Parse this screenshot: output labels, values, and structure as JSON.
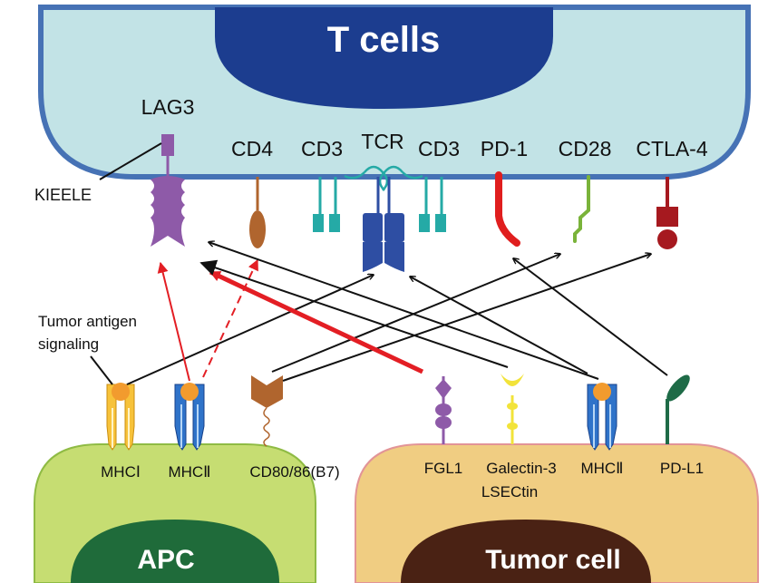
{
  "t_cell": {
    "title": "T cells",
    "receptors": {
      "lag3": "LAG3",
      "kieele": "KIEELE",
      "cd4": "CD4",
      "cd3_left": "CD3",
      "tcr": "TCR",
      "cd3_right": "CD3",
      "pd1": "PD-1",
      "cd28": "CD28",
      "ctla4": "CTLA-4"
    }
  },
  "apc": {
    "title": "APC",
    "signal_label_line1": "Tumor antigen",
    "signal_label_line2": "signaling",
    "ligands": {
      "mhc1": "MHCⅠ",
      "mhc2": "MHCⅡ",
      "cd80": "CD80/86(B7)"
    }
  },
  "tumor": {
    "title": "Tumor cell",
    "ligands": {
      "fgl1": "FGL1",
      "galectin_line1": "Galectin-3",
      "galectin_line2": "LSECtin",
      "mhc2": "MHCⅡ",
      "pdl1": "PD-L1"
    }
  },
  "colors": {
    "t_cell_fill": "#c2e3e6",
    "t_cell_border": "#4672b5",
    "nucleus_dark_blue": "#1c3d8f",
    "apc_fill": "#c6dd72",
    "apc_nucleus": "#1f6b3a",
    "tumor_fill": "#f0cd82",
    "tumor_border": "#e29497",
    "tumor_nucleus": "#4a2214",
    "lag3": "#8e5aa8",
    "cd4": "#b0652e",
    "cd3": "#25aaa6",
    "tcr": "#2e4ea3",
    "pd1": "#e01e1e",
    "cd28": "#7ab33a",
    "ctla4": "#a6191f",
    "inhibit_arrow": "#e31e24",
    "activate_arrow": "#111111"
  }
}
